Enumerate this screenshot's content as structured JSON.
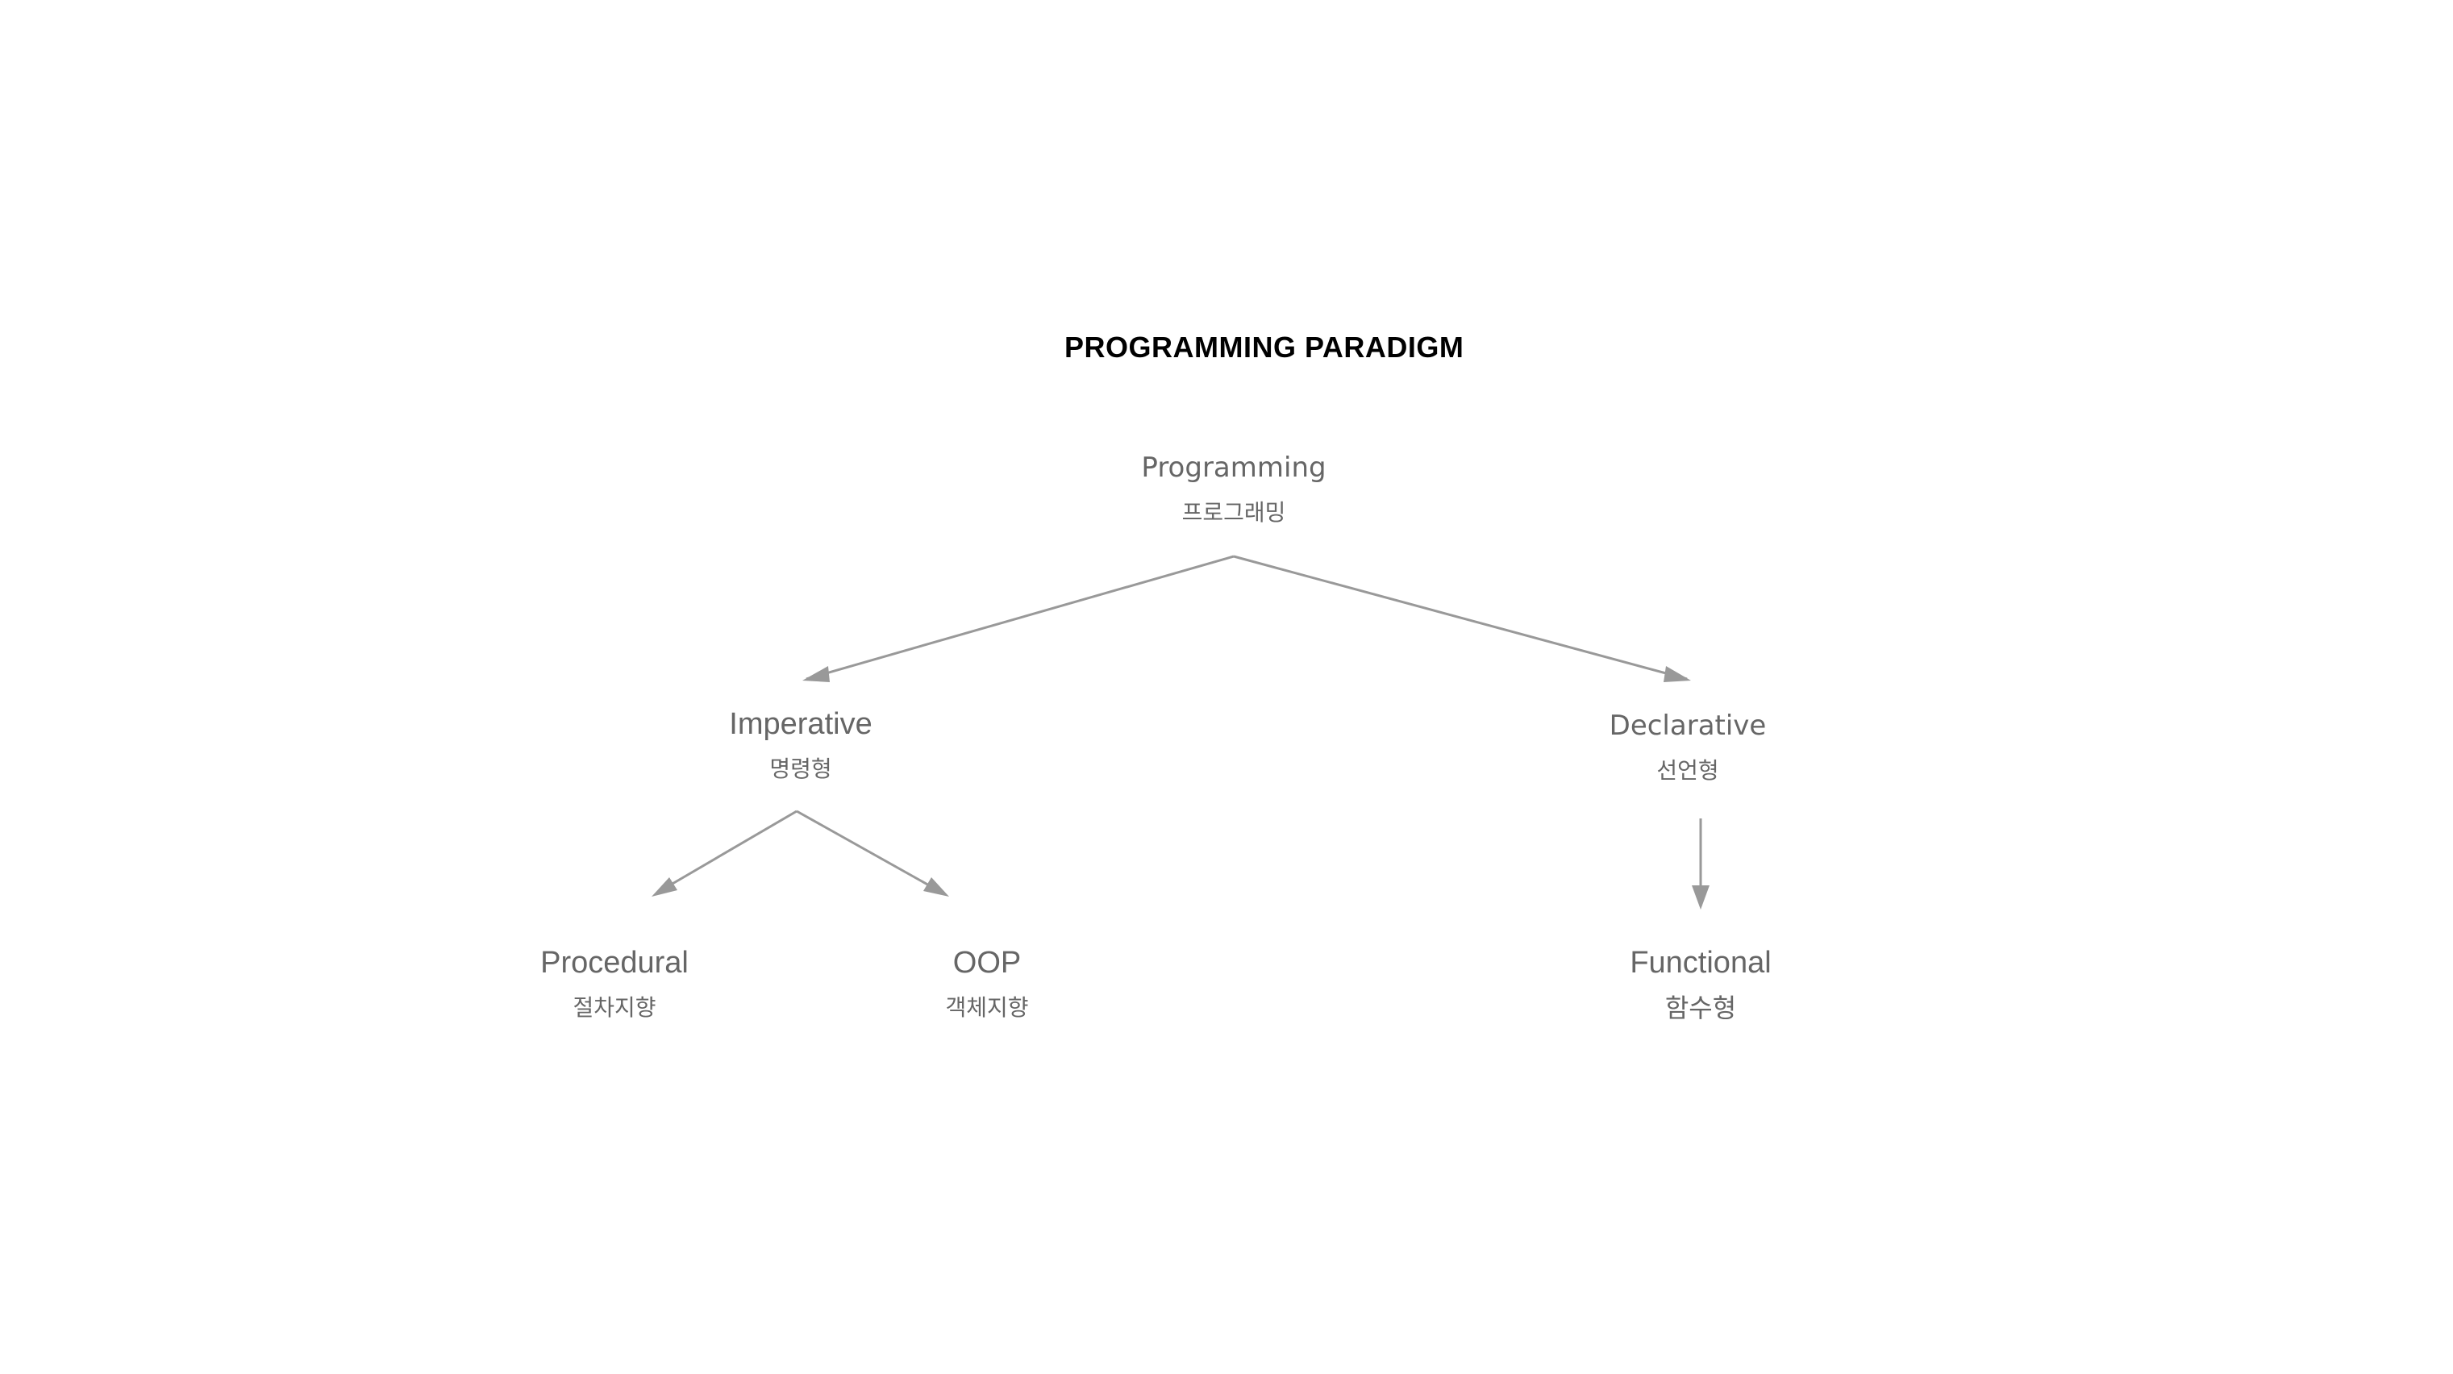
{
  "title": "PROGRAMMING PARADIGM",
  "colors": {
    "text": "#666666",
    "edge": "#999999",
    "title": "#000000"
  },
  "nodes": {
    "programming": {
      "label": "Programming",
      "sublabel": "프로그래밍"
    },
    "imperative": {
      "label": "Imperative",
      "sublabel": "명령형"
    },
    "declarative": {
      "label": "Declarative",
      "sublabel": "선언형"
    },
    "procedural": {
      "label": "Procedural",
      "sublabel": "절차지향"
    },
    "oop": {
      "label": "OOP",
      "sublabel": "객체지향"
    },
    "functional": {
      "label": "Functional",
      "sublabel": "함수형"
    }
  },
  "edges": [
    {
      "from": "programming",
      "to": "imperative"
    },
    {
      "from": "programming",
      "to": "declarative"
    },
    {
      "from": "imperative",
      "to": "procedural"
    },
    {
      "from": "imperative",
      "to": "oop"
    },
    {
      "from": "declarative",
      "to": "functional"
    }
  ]
}
